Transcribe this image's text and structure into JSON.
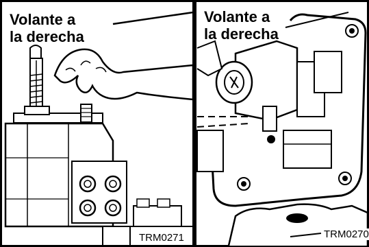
{
  "left": {
    "title": "Volante a\nla derecha",
    "code": "TRM0271"
  },
  "right": {
    "title": "Volante a\nla derecha",
    "code": "TRM0270"
  }
}
